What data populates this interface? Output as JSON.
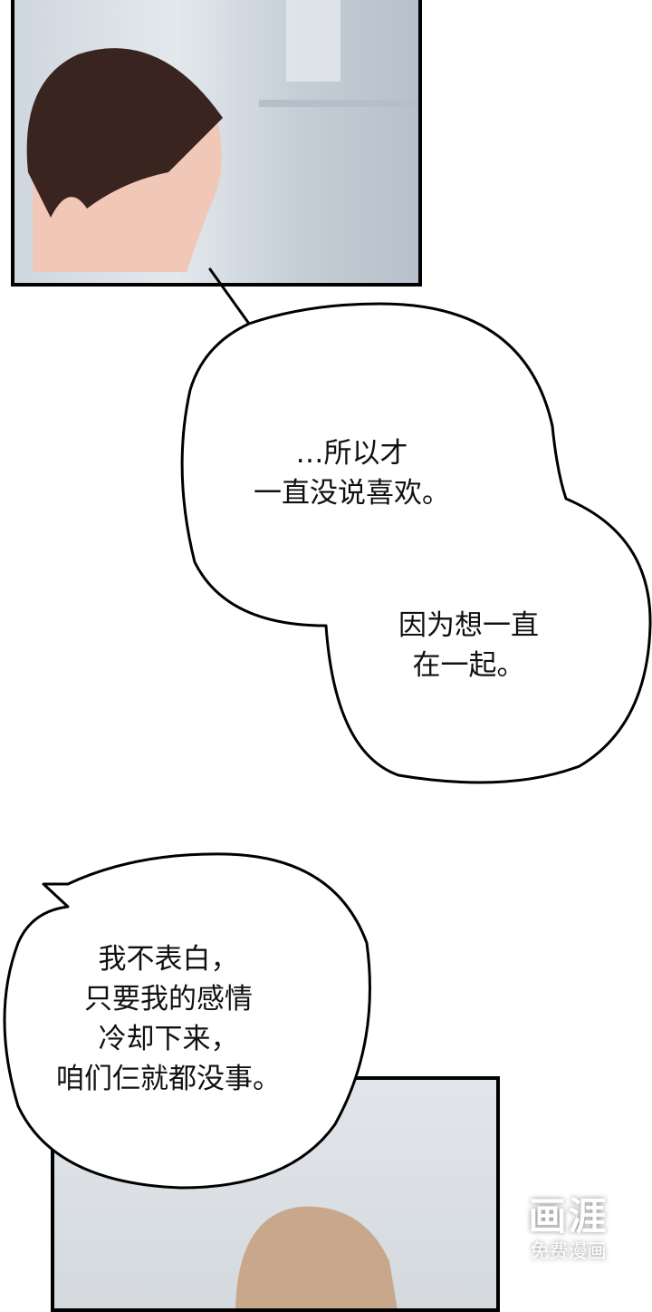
{
  "bubble1": {
    "line1": "…所以才",
    "line2": "一直没说喜欢。"
  },
  "bubble2": {
    "line1": "因为想一直",
    "line2": "在一起。"
  },
  "bubble3": {
    "line1": "我不表白，",
    "line2": "只要我的感情",
    "line3": "冷却下来，",
    "line4": "咱们仨就都没事。"
  },
  "watermark": {
    "logo": "画涯",
    "tagline": "免费漫画"
  }
}
